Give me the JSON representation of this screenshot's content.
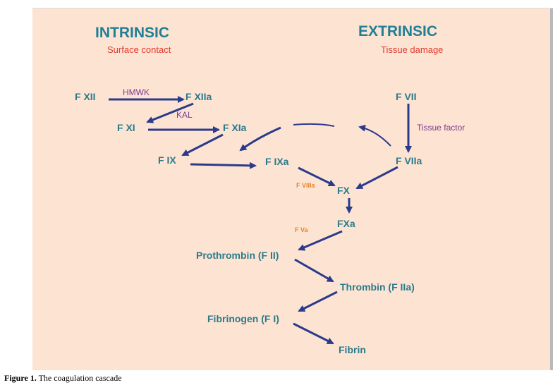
{
  "headings": {
    "intrinsic": "INTRINSIC",
    "intrinsic_sub": "Surface contact",
    "extrinsic": "EXTRINSIC",
    "extrinsic_sub": "Tissue damage"
  },
  "nodes": {
    "fxii": "F XII",
    "fxiia": "F XIIa",
    "fxi": "F XI",
    "fxia": "F XIa",
    "fix": "F IX",
    "fixa": "F IXa",
    "fvii": "F VII",
    "fviia": "F VIIa",
    "fx": "FX",
    "fxa": "FXa",
    "prothrombin": "Prothrombin (F II)",
    "thrombin": "Thrombin (F IIa)",
    "fibrinogen": "Fibrinogen (F I)",
    "fibrin": "Fibrin"
  },
  "cofactors": {
    "hmwk": "HMWK",
    "kal": "KAL",
    "tissue_factor": "Tissue factor",
    "fviiia": "F VIIIa",
    "fva": "F Va"
  },
  "caption": {
    "label": "Figure 1.",
    "text": "The coagulation cascade"
  },
  "colors": {
    "background": "#fde4d2",
    "heading": "#1f7f96",
    "subheading": "#e03a2e",
    "node": "#2a7a8c",
    "arrow": "#2b3a8c",
    "cofactor": "#7b3c8f",
    "orange_label": "#e3852a"
  }
}
